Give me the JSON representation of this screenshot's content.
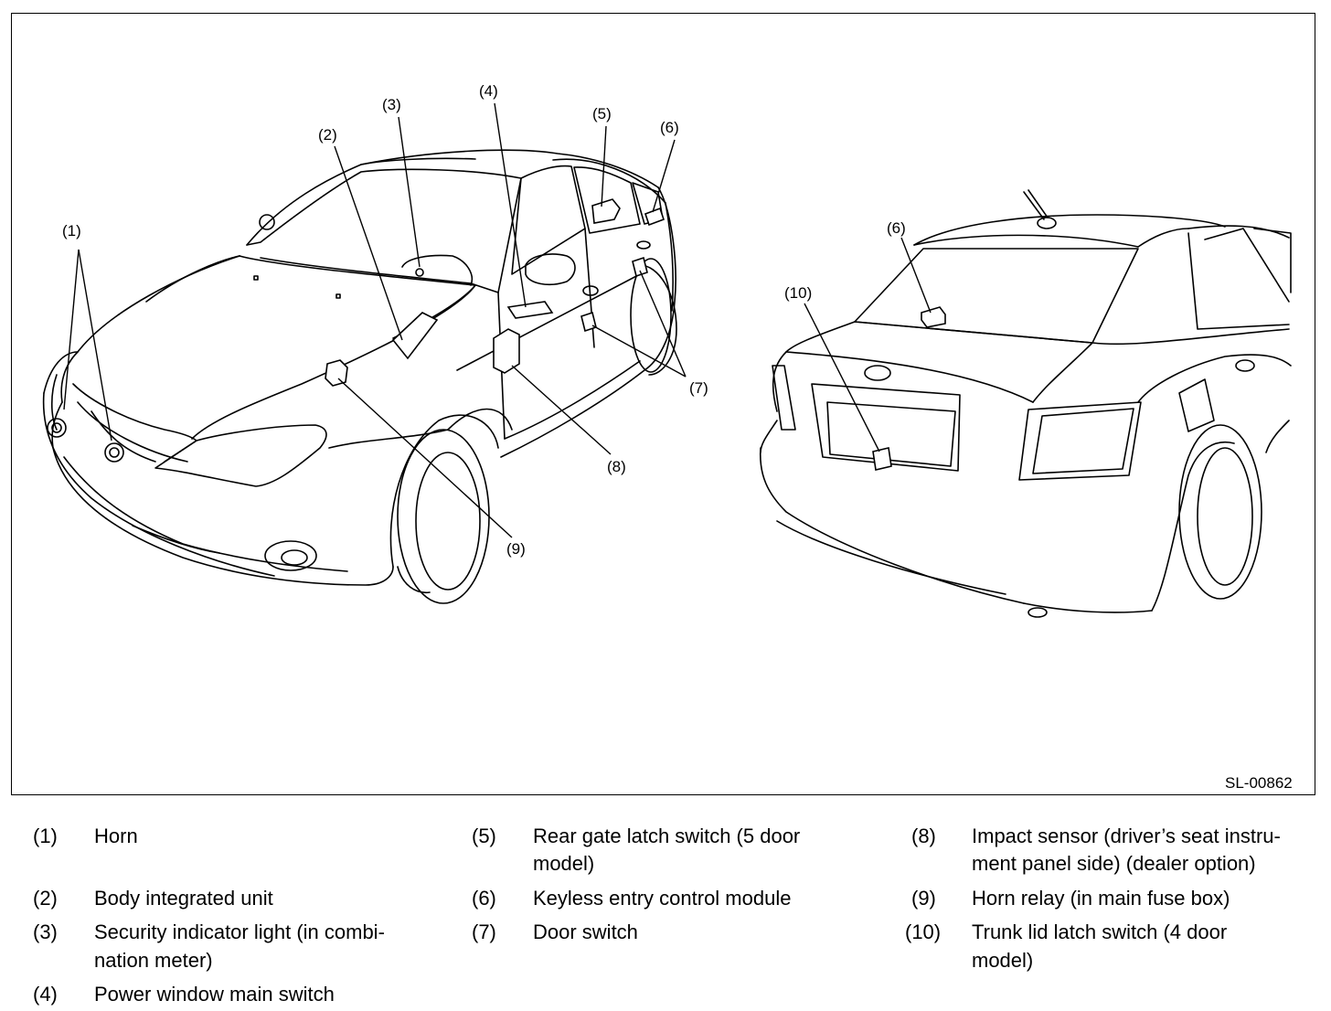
{
  "figure_id": "SL-00862",
  "callouts": {
    "c1": "(1)",
    "c2": "(2)",
    "c3": "(3)",
    "c4": "(4)",
    "c5": "(5)",
    "c6a": "(6)",
    "c6b": "(6)",
    "c7": "(7)",
    "c8": "(8)",
    "c9": "(9)",
    "c10": "(10)"
  },
  "legend": [
    {
      "num": "(1)",
      "text": "Horn"
    },
    {
      "num": "(2)",
      "text": "Body integrated unit"
    },
    {
      "num": "(3)",
      "text": "Security indicator light (in combi-",
      "text2": "nation meter)"
    },
    {
      "num": "(4)",
      "text": "Power window main switch"
    },
    {
      "num": "(5)",
      "text": "Rear gate latch switch (5 door",
      "text2": "model)"
    },
    {
      "num": "(6)",
      "text": "Keyless entry control module"
    },
    {
      "num": "(7)",
      "text": "Door switch"
    },
    {
      "num": "(8)",
      "text": "Impact sensor (driver’s seat instru-",
      "text2": "ment panel side) (dealer option)"
    },
    {
      "num": "(9)",
      "text": "Horn relay (in main fuse box)"
    },
    {
      "num": "(10)",
      "text": "Trunk lid latch switch (4 door",
      "text2": "model)"
    }
  ]
}
